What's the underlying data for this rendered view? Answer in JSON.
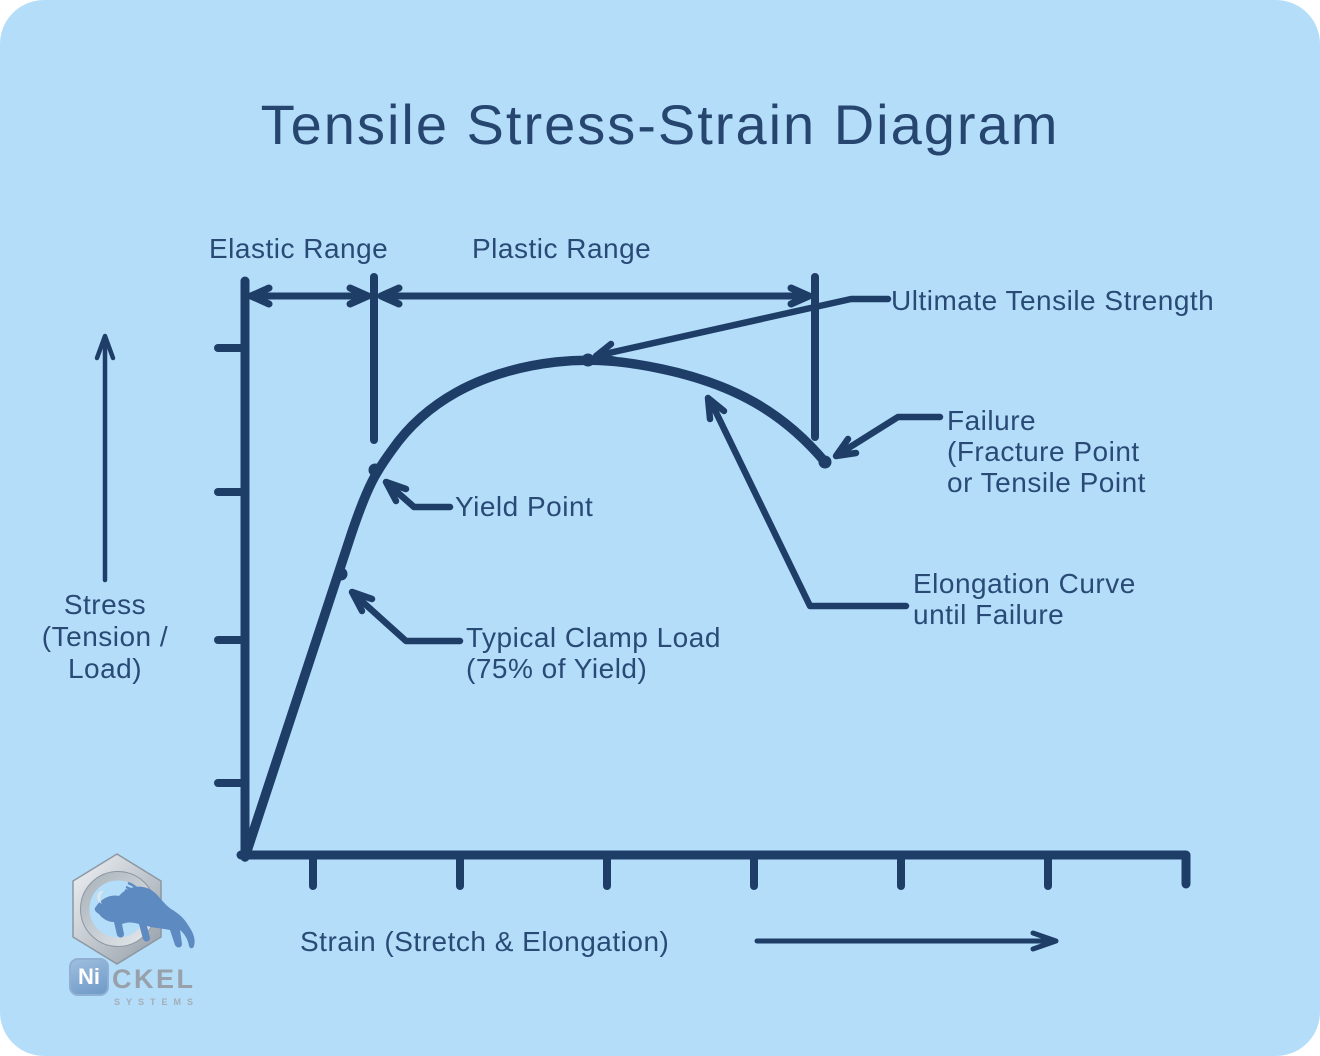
{
  "title": "Tensile Stress-Strain Diagram",
  "ranges": {
    "elastic": "Elastic Range",
    "plastic": "Plastic Range"
  },
  "axis": {
    "stress_label": [
      "Stress",
      "(Tension /",
      "Load)"
    ],
    "strain_label": "Strain (Stretch & Elongation)"
  },
  "annotations": {
    "ultimate": "Ultimate Tensile Strength",
    "failure": [
      "Failure",
      "(Fracture Point",
      "or Tensile Point"
    ],
    "yield": "Yield Point",
    "clamp": [
      "Typical Clamp Load",
      "(75% of Yield)"
    ],
    "elongation": [
      "Elongation Curve",
      "until Failure"
    ]
  },
  "logo": {
    "ni": "Ni",
    "ckel": "CKEL",
    "systems": "SYSTEMS"
  },
  "icons": {
    "nut": "hex-nut-icon",
    "animal": "leaping-bull-icon",
    "up_arrow": "stress-direction-arrow-icon",
    "right_arrow": "strain-direction-arrow-icon"
  },
  "colors": {
    "background": "#b4ddfa",
    "line": "#1e3e68",
    "text": "#2a4a76",
    "title": "#26466f",
    "logo_blue": "#5d8ac0",
    "logo_gray": "#98a1aa",
    "nut_silver_light": "#eef1f4",
    "nut_silver_dark": "#97a1ab"
  }
}
